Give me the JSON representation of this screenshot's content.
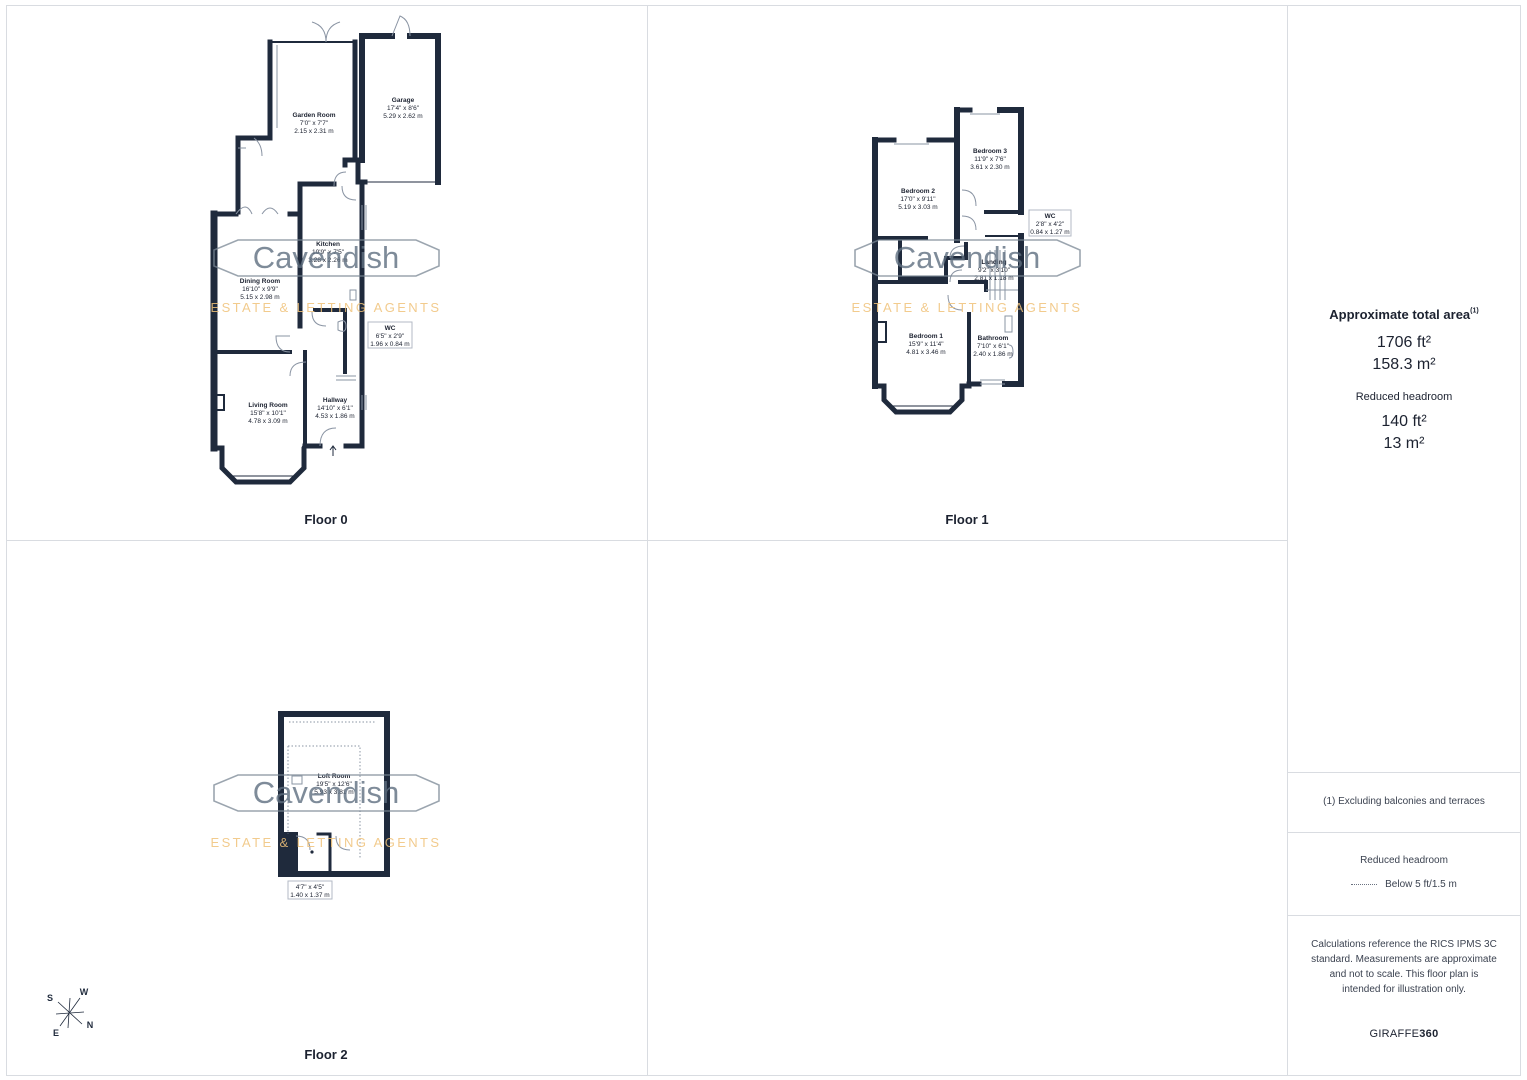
{
  "floors": {
    "f0": {
      "label": "Floor 0",
      "rooms": {
        "garden": {
          "name": "Garden Room",
          "imp": "7'0\" x 7'7\"",
          "met": "2.15 x 2.31 m"
        },
        "garage": {
          "name": "Garage",
          "imp": "17'4\" x 8'6\"",
          "met": "5.29 x 2.62 m"
        },
        "kitchen": {
          "name": "Kitchen",
          "imp": "10'9\" x 7'5\"",
          "met": "3.28 x 2.26 m"
        },
        "dining": {
          "name": "Dining Room",
          "imp": "16'10\" x 9'9\"",
          "met": "5.15 x 2.98 m"
        },
        "wc": {
          "name": "WC",
          "imp": "6'5\" x 2'9\"",
          "met": "1.96 x 0.84 m"
        },
        "living": {
          "name": "Living Room",
          "imp": "15'8\" x 10'1\"",
          "met": "4.78 x 3.09 m"
        },
        "hallway": {
          "name": "Hallway",
          "imp": "14'10\" x 6'1\"",
          "met": "4.53 x 1.86 m"
        }
      }
    },
    "f1": {
      "label": "Floor 1",
      "rooms": {
        "bed2": {
          "name": "Bedroom 2",
          "imp": "17'0\" x 9'11\"",
          "met": "5.19 x 3.03 m"
        },
        "bed3": {
          "name": "Bedroom 3",
          "imp": "11'9\" x 7'6\"",
          "met": "3.61 x 2.30 m"
        },
        "wc": {
          "name": "WC",
          "imp": "2'8\" x 4'2\"",
          "met": "0.84 x 1.27 m"
        },
        "landing": {
          "name": "Landing",
          "imp": "9'2\" x 3'10\"",
          "met": "2.81 x 1.18 m"
        },
        "bed1": {
          "name": "Bedroom 1",
          "imp": "15'9\" x 11'4\"",
          "met": "4.81 x 3.46 m"
        },
        "bath": {
          "name": "Bathroom",
          "imp": "7'10\" x 6'1\"",
          "met": "2.40 x 1.86 m"
        }
      }
    },
    "f2": {
      "label": "Floor 2",
      "rooms": {
        "loft": {
          "name": "Loft Room",
          "imp": "19'5\" x 12'6\"",
          "met": "5.93 x 3.81 m"
        },
        "store": {
          "imp": "4'7\" x 4'5\"",
          "met": "1.40 x 1.37 m"
        }
      }
    }
  },
  "watermark": {
    "brand": "Cavendish",
    "tagline": "ESTATE & LETTING AGENTS"
  },
  "compass": {
    "s": "S",
    "w": "W",
    "e": "E",
    "n": "N"
  },
  "summary": {
    "total_title": "Approximate total area",
    "total_sup": "(1)",
    "total_ft": "1706 ft²",
    "total_m": "158.3 m²",
    "reduced_title": "Reduced headroom",
    "reduced_ft": "140 ft²",
    "reduced_m": "13 m²"
  },
  "notes": {
    "excluding": "(1) Excluding balconies and terraces",
    "legend_title": "Reduced headroom",
    "legend_text": "Below 5 ft/1.5 m",
    "calc": "Calculations reference the RICS IPMS 3C standard. Measurements are approximate and not to scale. This floor plan is intended for illustration only.",
    "brand_a": "GIRAFFE",
    "brand_b": "360"
  },
  "colors": {
    "wall": "#1f2a3c",
    "watermark_text": "#5f6f80",
    "watermark_tagline": "#f0c27a",
    "border": "#d9dce1"
  }
}
